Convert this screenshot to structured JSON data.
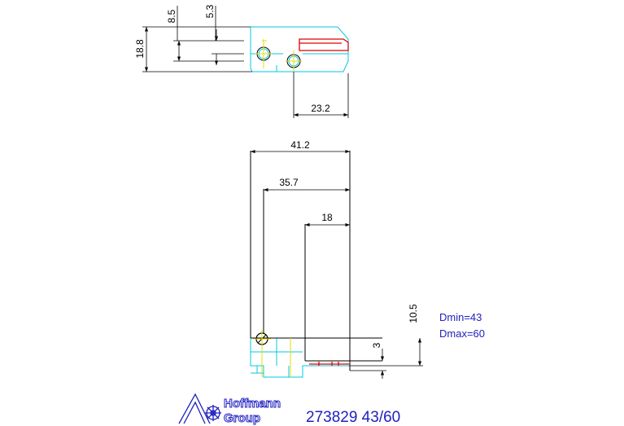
{
  "dimensions": {
    "top_view": {
      "overall_height": "18.8",
      "hole_offset_a": "8.5",
      "hole_offset_b": "5.3",
      "hinge_width": "23.2"
    },
    "front_view": {
      "overall_width": "41.2",
      "pin_distance": "35.7",
      "bar_width": "18",
      "height_max": "10.5",
      "slot_height": "3"
    }
  },
  "notes": {
    "dmin": "Dmin=43",
    "dmax": "Dmax=60"
  },
  "logo": {
    "line1": "Hoffmann",
    "line2": "Group"
  },
  "part_number": "273829 43/60",
  "colors": {
    "part_outline": "#00c8e0",
    "centerline": "#e0e000",
    "seal": "#e00000",
    "note": "#2020c0",
    "logo": "#2020c0"
  }
}
